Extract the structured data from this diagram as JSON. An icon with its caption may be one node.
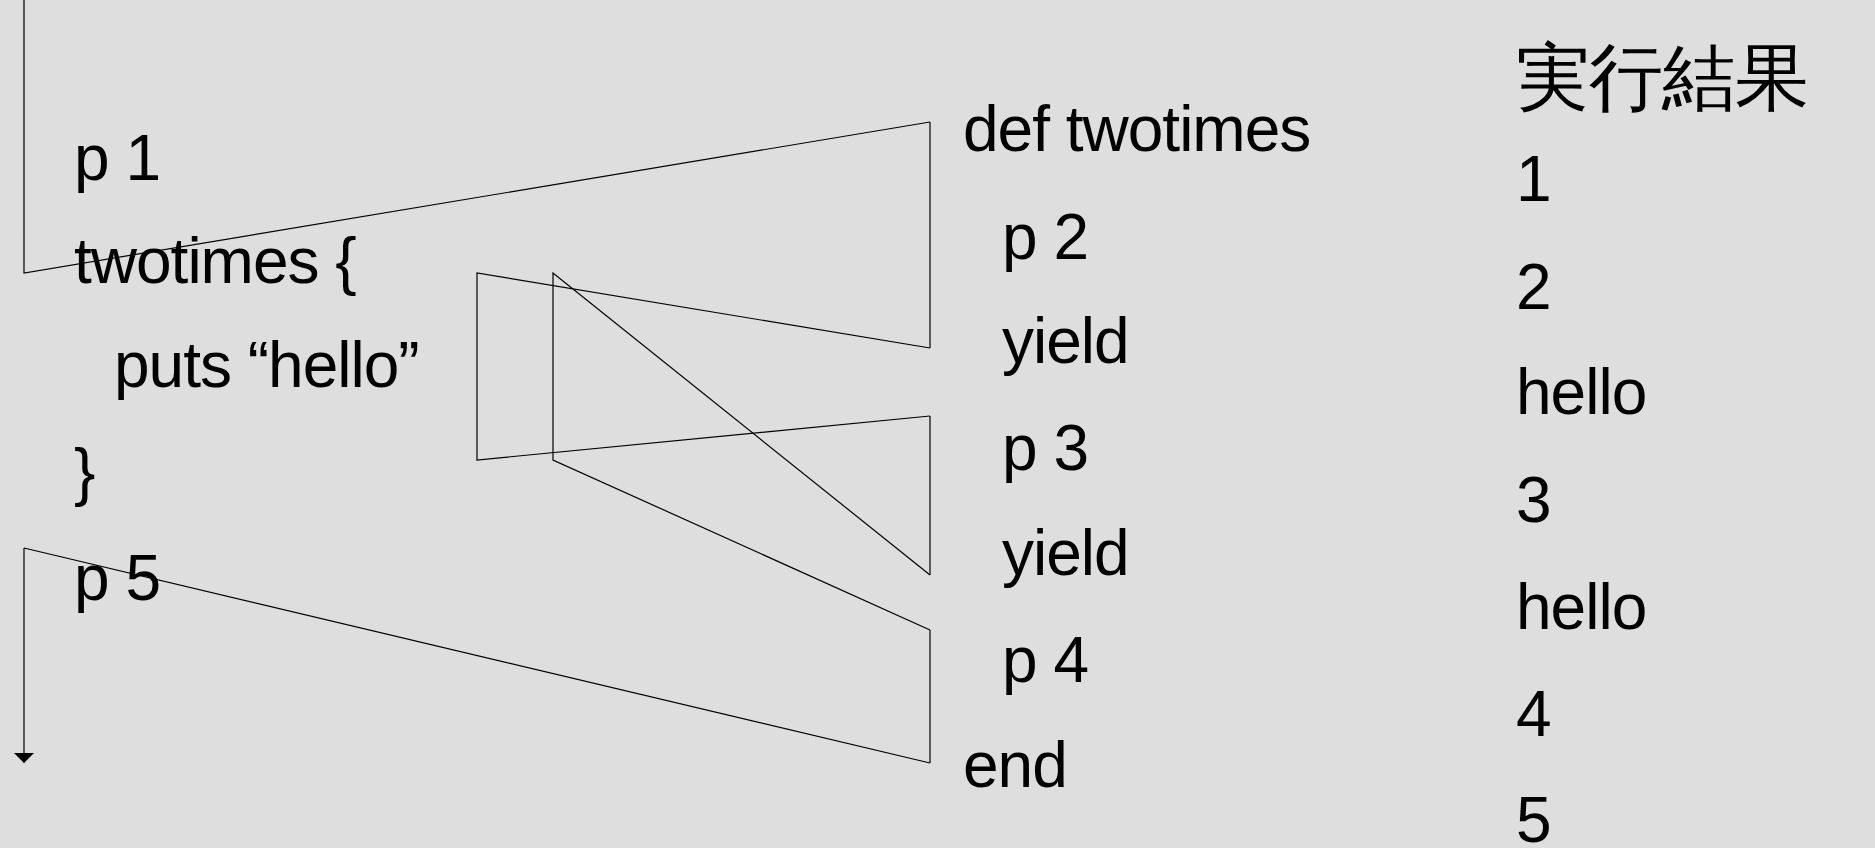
{
  "diagram": {
    "nodes": [
      {
        "text": [
          "p 1"
        ]
      },
      {
        "text": [
          "twotimes {"
        ]
      },
      {
        "text": [
          "puts “hello”"
        ]
      },
      {
        "text": [
          "}"
        ]
      },
      {
        "text": [
          "p 5"
        ]
      },
      {
        "text": [
          "def twotimes"
        ]
      },
      {
        "text": [
          "p 2"
        ]
      },
      {
        "text": [
          "yield"
        ]
      },
      {
        "text": [
          "p 3"
        ]
      },
      {
        "text": [
          "yield"
        ]
      },
      {
        "text": [
          "p 4"
        ]
      },
      {
        "text": [
          "end"
        ]
      }
    ],
    "edges": [
      {
        "from": null,
        "to": 5,
        "arrow": "none"
      },
      {
        "from": 5,
        "to": 7,
        "arrow": "none"
      },
      {
        "from": 7,
        "to": 8,
        "arrow": "none"
      },
      {
        "from": 8,
        "to": 9,
        "arrow": "none"
      },
      {
        "from": 9,
        "to": 10,
        "arrow": "none"
      },
      {
        "from": 10,
        "to": 11,
        "arrow": "none"
      },
      {
        "from": 11,
        "to": 4,
        "arrow": "none"
      },
      {
        "from": 4,
        "to": null,
        "arrow": "to"
      }
    ],
    "labels": [
      "実行結果",
      "1",
      "2",
      "hello",
      "3",
      "hello",
      "4",
      "5"
    ]
  }
}
